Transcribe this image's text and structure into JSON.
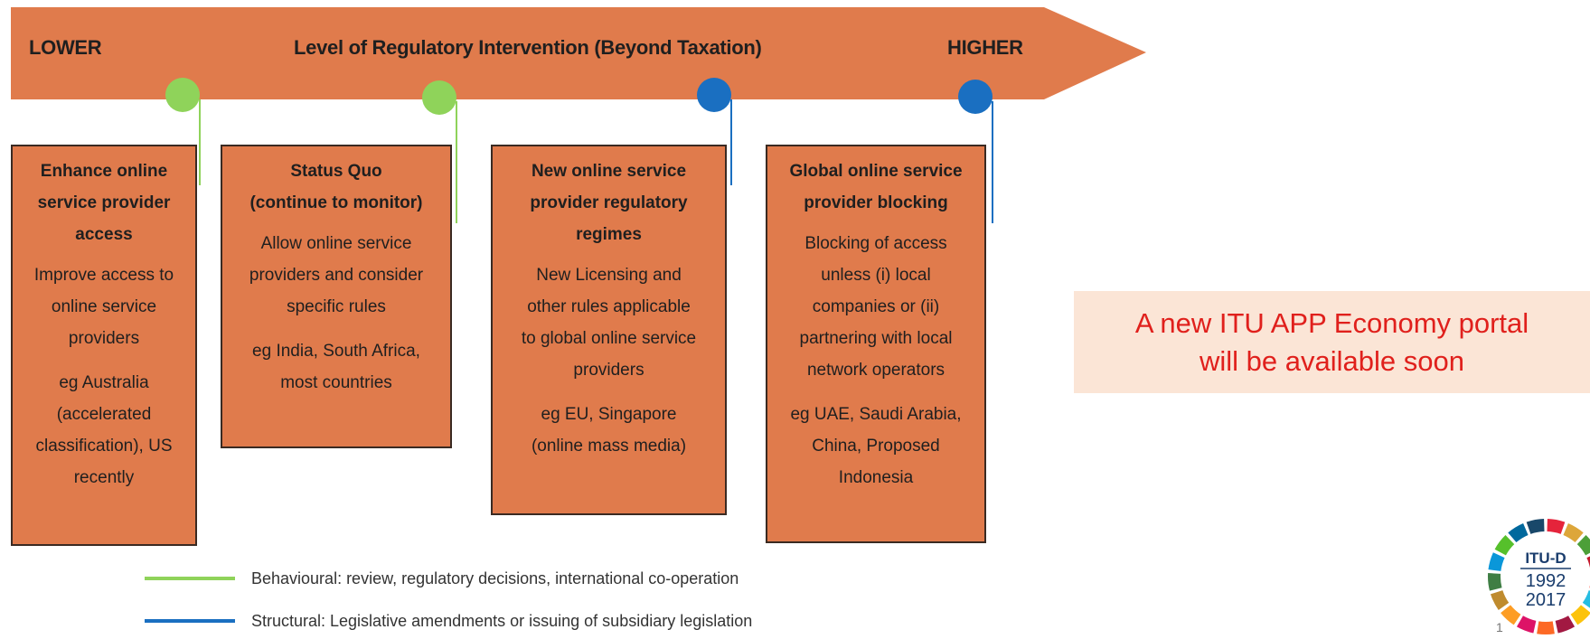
{
  "arrow": {
    "lower_label": "LOWER",
    "title": "Level of Regulatory Intervention (Beyond Taxation)",
    "higher_label": "HIGHER",
    "color": "#e07b4c"
  },
  "marker_colors": {
    "behavioural": "#8fd35a",
    "structural": "#1a6fc1"
  },
  "cards": [
    {
      "title": "Enhance online\nservice provider\naccess",
      "body": "Improve access to\nonline service\nproviders",
      "examples": "eg Australia\n(accelerated\nclassification), US\nrecently",
      "marker": "behavioural"
    },
    {
      "title": "Status Quo\n(continue to monitor)",
      "body": "Allow online service\nproviders and consider\nspecific rules",
      "examples": "eg India, South Africa,\nmost countries",
      "marker": "behavioural"
    },
    {
      "title": "New online service\nprovider regulatory\nregimes",
      "body": "New Licensing and\nother rules applicable\nto global online service\nproviders",
      "examples": "eg EU, Singapore\n(online mass media)",
      "marker": "structural"
    },
    {
      "title": "Global online service\nprovider blocking",
      "body": "Blocking of access\nunless (i) local\ncompanies or (ii)\npartnering with local\nnetwork operators",
      "examples": "eg UAE, Saudi Arabia,\nChina, Proposed\nIndonesia",
      "marker": "structural"
    }
  ],
  "legend": [
    {
      "color": "#8fd35a",
      "text": "Behavioural: review,  regulatory decisions, international co-operation"
    },
    {
      "color": "#1a6fc1",
      "text": "Structural:  Legislative amendments or issuing of subsidiary legislation"
    }
  ],
  "notice": "A new ITU APP Economy portal\nwill be available soon",
  "logo": {
    "line1": "ITU-D",
    "line2": "1992",
    "line3": "2017"
  },
  "page_number": "1"
}
